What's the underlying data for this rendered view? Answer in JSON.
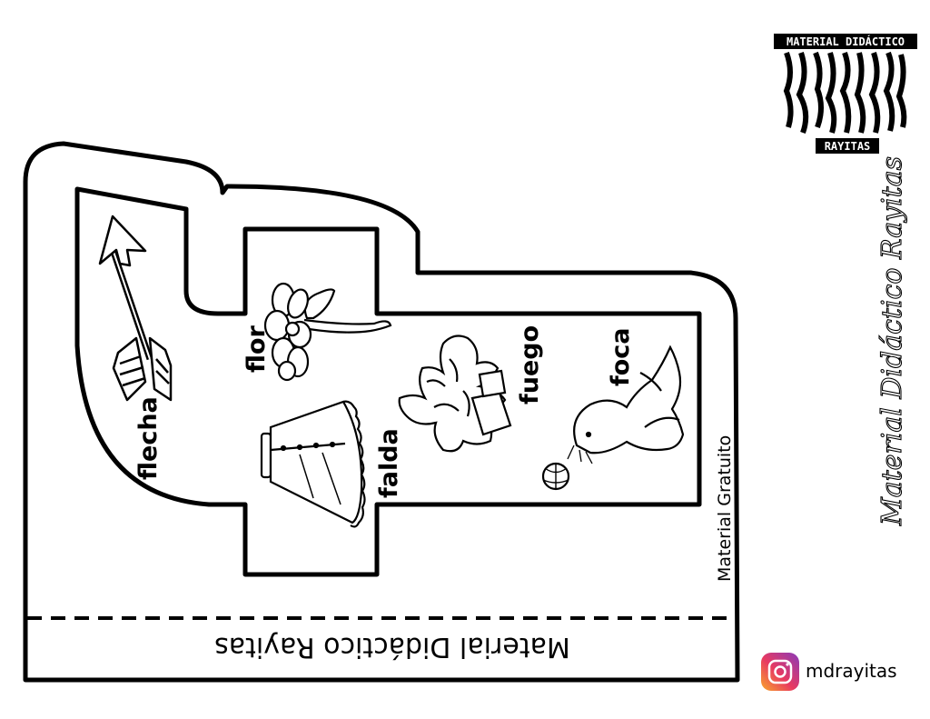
{
  "logo": {
    "top_text": "MATERIAL DIDÁCTICO",
    "bottom_text": "RAYITAS"
  },
  "words": {
    "flecha": "flecha",
    "flor": "flor",
    "falda": "falda",
    "fuego": "fuego",
    "foca": "foca"
  },
  "side_label": "Material Gratuito",
  "footer_text": "Material Didáctico Rayitas",
  "script_watermark": "Material Didáctico Rayitas",
  "social": {
    "icon": "instagram-icon",
    "handle": "mdrayitas"
  }
}
